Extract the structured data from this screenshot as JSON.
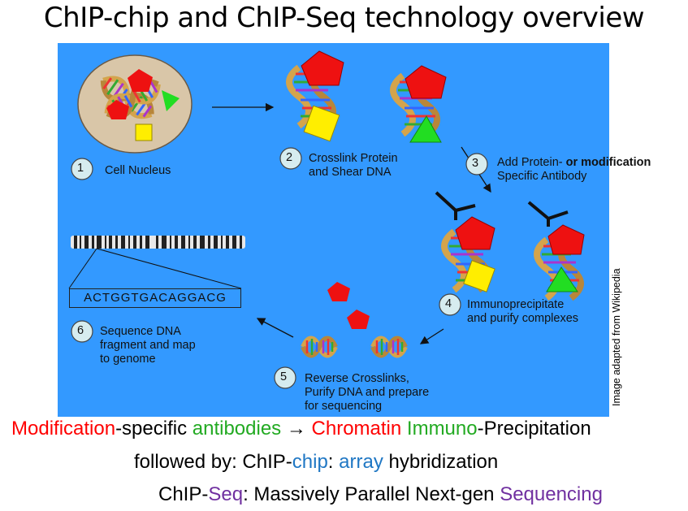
{
  "title": "ChIP-chip and ChIP-Seq technology overview",
  "steps": [
    {
      "number": "1",
      "text": "Cell Nucleus"
    },
    {
      "number": "2",
      "line1": "Crosslink Protein",
      "line2": "and Shear DNA"
    },
    {
      "number": "3",
      "line1": "Add Protein-",
      "line1_bold": "or modification",
      "line2": "Specific Antibody"
    },
    {
      "number": "4",
      "line1": "Immunoprecipitate",
      "line2": "and purify complexes"
    },
    {
      "number": "5",
      "line1": "Reverse Crosslinks,",
      "line2": "Purify DNA and prepare",
      "line3": "for sequencing"
    },
    {
      "number": "6",
      "line1": "Sequence DNA",
      "line2": "fragment and map",
      "line3": "to genome"
    }
  ],
  "sequence": "ACTGGTGACAGGACG",
  "credit": "Image adapted from Wikipedia",
  "footer": {
    "line1": {
      "modification": "Modification",
      "specific": "-specific ",
      "antibodies": "antibodies",
      "arrow": " → ",
      "chromatin": "Chromatin",
      "immuno": "Immuno",
      "precipitation": "-Precipitation"
    },
    "line2": {
      "prefix": "followed by:  ChIP-",
      "chip": "chip",
      "colon": ": ",
      "array": "array",
      "rest": " hybridization"
    },
    "line3": {
      "prefix": "ChIP-",
      "seq": "Seq",
      "middle": ": Massively Parallel Next-gen ",
      "sequencing": "Sequencing"
    }
  },
  "colors": {
    "panel_bg": "#3399ff",
    "protein_red": "#ee1111",
    "protein_yellow": "#ffee00",
    "protein_green": "#22dd22",
    "nucleus": "#d9c6a8",
    "text_red": "#ff0000",
    "text_green": "#22aa22",
    "text_blue": "#1f77c4",
    "text_purple": "#7030a0"
  }
}
